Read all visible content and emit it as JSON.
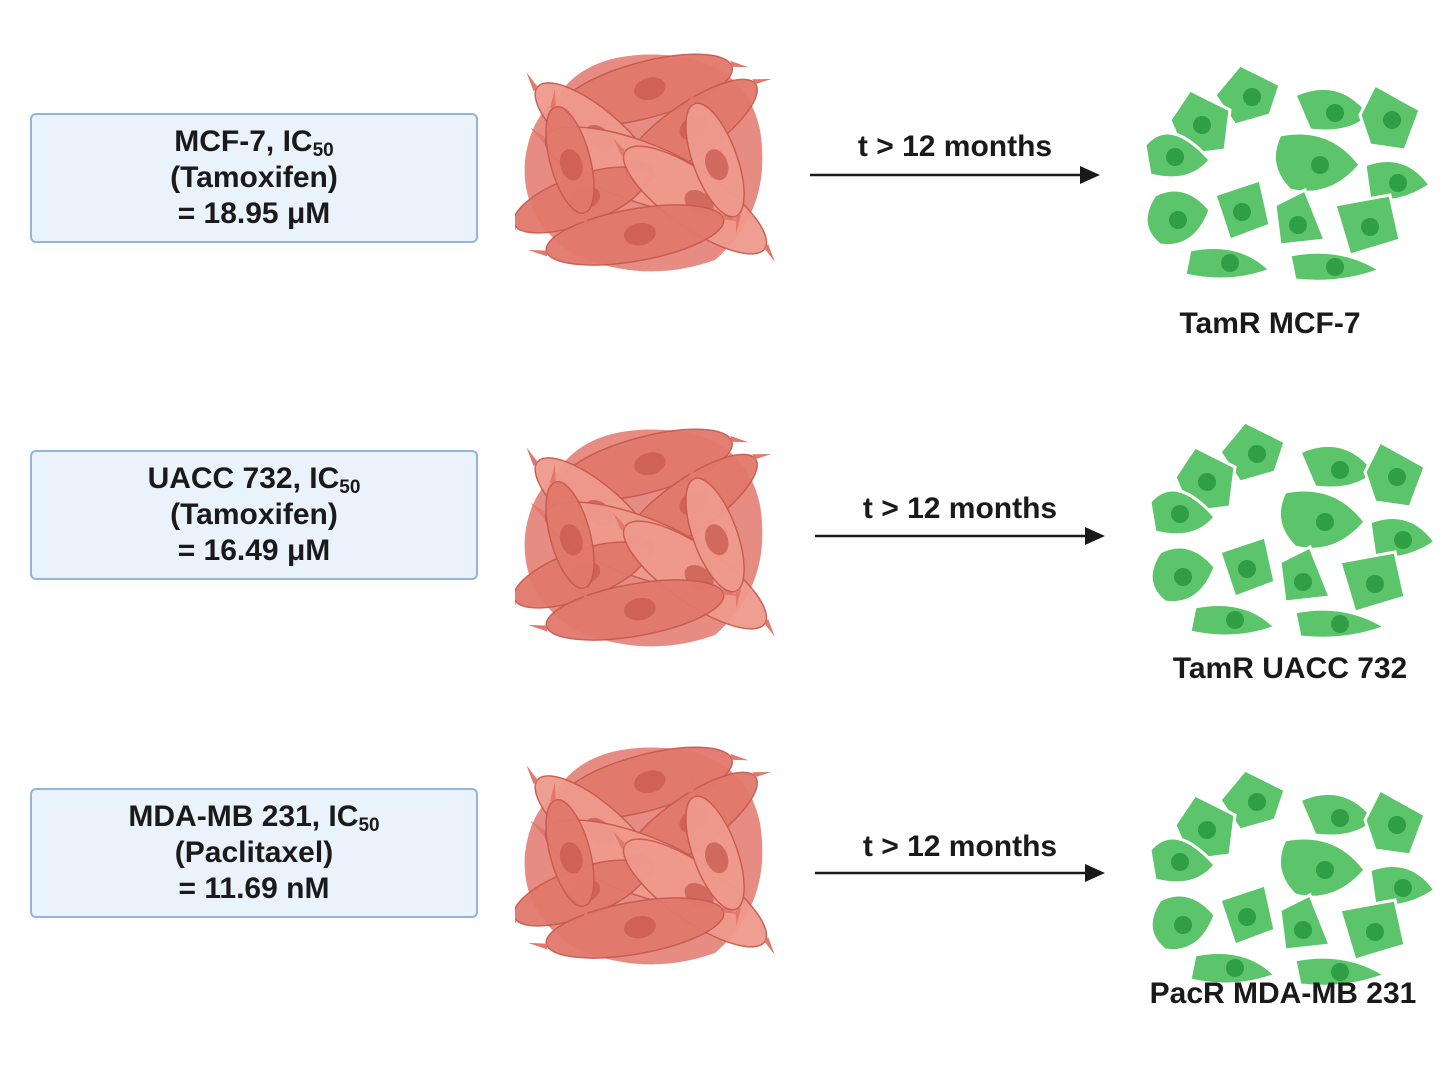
{
  "rows": [
    {
      "cell_line": "MCF-7, IC",
      "subscript": "50",
      "drug": "(Tamoxifen)",
      "value": "= 18.95 μM",
      "duration": "t > 12 months",
      "result": "TamR MCF-7"
    },
    {
      "cell_line": "UACC 732, IC",
      "subscript": "50",
      "drug": "(Tamoxifen)",
      "value": "= 16.49 μM",
      "duration": "t > 12 months",
      "result": "TamR UACC 732"
    },
    {
      "cell_line": "MDA-MB 231, IC",
      "subscript": "50",
      "drug": "(Paclitaxel)",
      "value": "= 11.69 nM",
      "duration": "t > 12 months",
      "result": "PacR MDA-MB 231"
    }
  ],
  "colors": {
    "box_fill": "#eaf2fb",
    "box_border": "#93b4dc",
    "parental_cell": "#e2786c",
    "parental_cell_light": "#ef9a8d",
    "parental_nucleus": "#c85a4f",
    "resistant_cell": "#5cc46a",
    "resistant_nucleus": "#2f9e45",
    "arrow": "#1a1a1a"
  },
  "icons": {
    "parental": "parental-cell-cluster-icon",
    "resistant": "resistant-cell-cluster-icon",
    "arrow": "right-arrow-icon"
  }
}
